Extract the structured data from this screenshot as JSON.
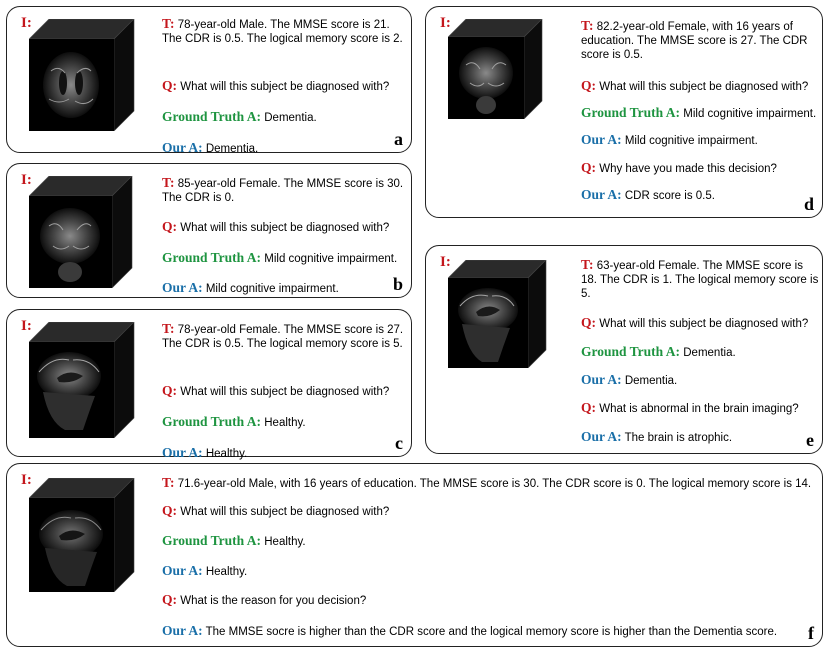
{
  "labels": {
    "image": "I:",
    "text": "T",
    "question": "Q",
    "ground_truth": "Ground Truth A",
    "our_answer": "Our A",
    "colon": ":"
  },
  "colors": {
    "red": "#c4161c",
    "green": "#1e9440",
    "blue": "#1a6fa8"
  },
  "panels": {
    "a": {
      "tag": "a",
      "text": "78-year-old Male. The MMSE score is 21. The CDR is 0.5. The logical memory score is 2.",
      "q1": "What will this subject be diagnosed with?",
      "gt": "Dementia.",
      "ans1": "Dementia."
    },
    "b": {
      "tag": "b",
      "text": "85-year-old Female. The MMSE score is 30. The CDR is 0.",
      "q1": "What will this subject be diagnosed with?",
      "gt": "Mild cognitive impairment.",
      "ans1": "Mild cognitive impairment."
    },
    "c": {
      "tag": "c",
      "text": "78-year-old Female. The MMSE score is 27. The CDR is 0.5. The logical memory score is 5.",
      "q1": "What will this subject be diagnosed with?",
      "gt": "Healthy.",
      "ans1": "Healthy."
    },
    "d": {
      "tag": "d",
      "text": "82.2-year-old Female, with 16 years of education. The MMSE score is 27. The CDR score is 0.5.",
      "q1": "What will this subject be diagnosed with?",
      "gt": "Mild cognitive impairment.",
      "ans1": "Mild cognitive impairment.",
      "q2": "Why have you made this decision?",
      "ans2": "CDR score is 0.5."
    },
    "e": {
      "tag": "e",
      "text": "63-year-old Female. The MMSE score is 18. The CDR is 1. The logical memory score is 5.",
      "q1": "What will this subject be diagnosed with?",
      "gt": "Dementia.",
      "ans1": "Dementia.",
      "q2": "What is abnormal in the brain imaging?",
      "ans2": "The brain is atrophic."
    },
    "f": {
      "tag": "f",
      "text": "71.6-year-old Male, with 16 years of education. The MMSE score is 30. The CDR score is 0. The logical memory score is 14.",
      "q1": "What will this subject be diagnosed with?",
      "gt": "Healthy.",
      "ans1": "Healthy.",
      "q2": "What is the reason for you decision?",
      "ans2": "The MMSE socre is higher than the CDR score and the logical memory score is higher than the Dementia score."
    }
  }
}
